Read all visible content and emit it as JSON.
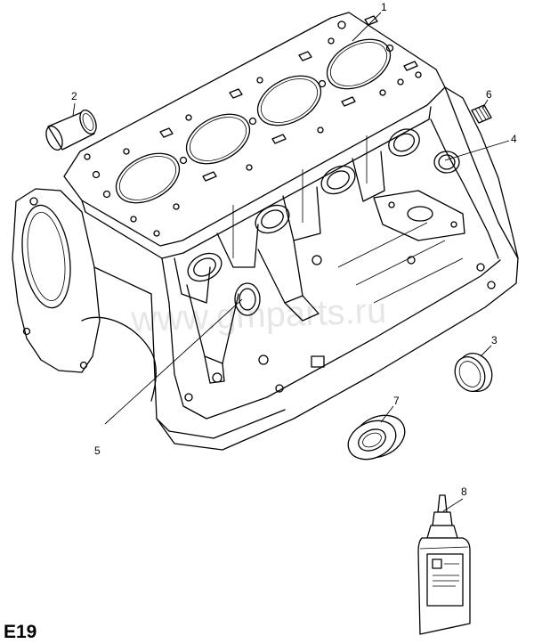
{
  "diagram": {
    "code_label": "E19",
    "watermark": "www.gmparts.ru",
    "callouts": [
      "1",
      "2",
      "3",
      "4",
      "5",
      "6",
      "7",
      "8"
    ],
    "bottle_label_lines": [
      "",
      "",
      "",
      ""
    ]
  }
}
